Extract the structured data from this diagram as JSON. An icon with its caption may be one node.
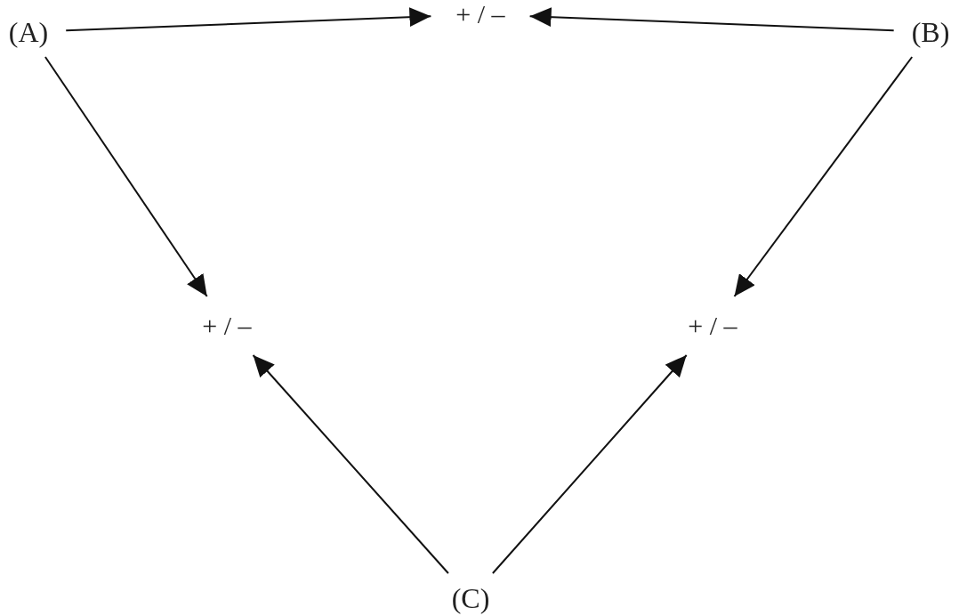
{
  "diagram": {
    "nodes": [
      {
        "text": [
          "(A)"
        ]
      },
      {
        "text": [
          "+ / –"
        ]
      },
      {
        "text": [
          "(B)"
        ]
      },
      {
        "text": [
          "+ / –"
        ]
      },
      {
        "text": [
          "+ / –"
        ]
      },
      {
        "text": [
          "(C)"
        ]
      }
    ],
    "edges": [
      {
        "from": 0,
        "to": 1,
        "arrow": "to"
      },
      {
        "from": 2,
        "to": 1,
        "arrow": "to"
      },
      {
        "from": 0,
        "to": 3,
        "arrow": "to"
      },
      {
        "from": 2,
        "to": 4,
        "arrow": "to"
      },
      {
        "from": 5,
        "to": 3,
        "arrow": "to"
      },
      {
        "from": 5,
        "to": 4,
        "arrow": "to"
      }
    ]
  }
}
